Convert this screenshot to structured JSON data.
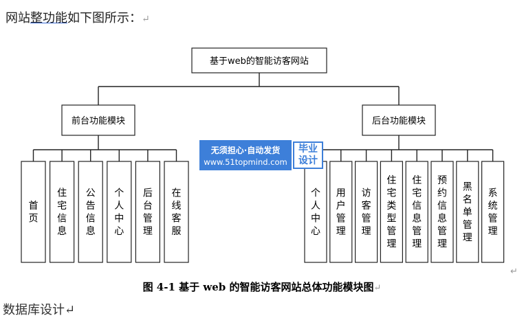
{
  "heading": {
    "prefix": "网站",
    "underlined": "整功能",
    "suffix": "如下图所示：",
    "mark": "↵"
  },
  "diagram": {
    "root": "基于web的智能访客网站",
    "branches": [
      {
        "label": "前台功能模块",
        "children": [
          "首页",
          "住宅信息",
          "公告信息",
          "个人中心",
          "后台管理",
          "在线客服"
        ]
      },
      {
        "label": "后台功能模块",
        "children": [
          "个人中心",
          "用户管理",
          "访客管理",
          "住宅类型管理",
          "住宅信息管理",
          "预约信息管理",
          "黑名单管理",
          "系统管理"
        ]
      }
    ]
  },
  "watermark": {
    "line1": "无须担心·自动发货",
    "line2": "www.51topmind.com",
    "badge_line1": "毕业",
    "badge_line2": "设计"
  },
  "caption": {
    "text": "图  4-1  基于 web 的智能访客网站总体功能模块图",
    "mark": "↵"
  },
  "para_mark": "↵",
  "next_heading": "数据库设计↵"
}
